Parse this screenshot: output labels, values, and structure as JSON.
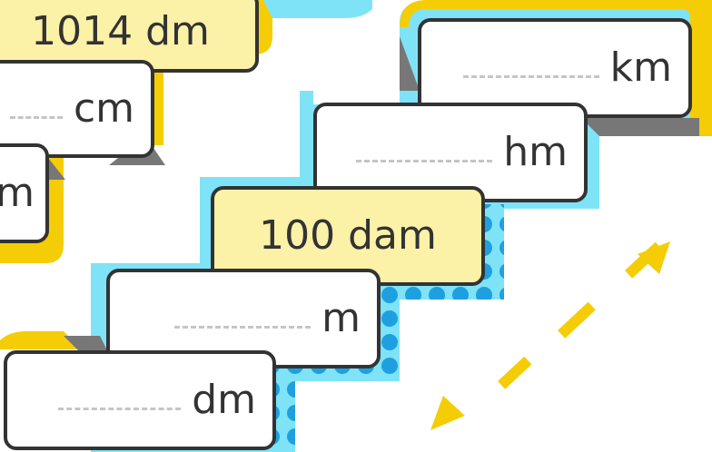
{
  "left_stair": [
    {
      "id": "given-dm",
      "value": "1014 dm"
    },
    {
      "id": "cm",
      "unit": "cm"
    },
    {
      "id": "mm",
      "unit": "m"
    }
  ],
  "right_stair": [
    {
      "id": "km",
      "unit": "km"
    },
    {
      "id": "hm",
      "unit": "hm"
    },
    {
      "id": "given-dam",
      "value": "100 dam"
    },
    {
      "id": "m",
      "unit": "m"
    },
    {
      "id": "dm",
      "unit": "dm"
    }
  ],
  "colors": {
    "yellow": "#f5cd06",
    "light-blue": "#7fe3f8",
    "dot-blue": "#1ea0e0",
    "given-fill": "#fbf1a7",
    "border": "#333333"
  }
}
